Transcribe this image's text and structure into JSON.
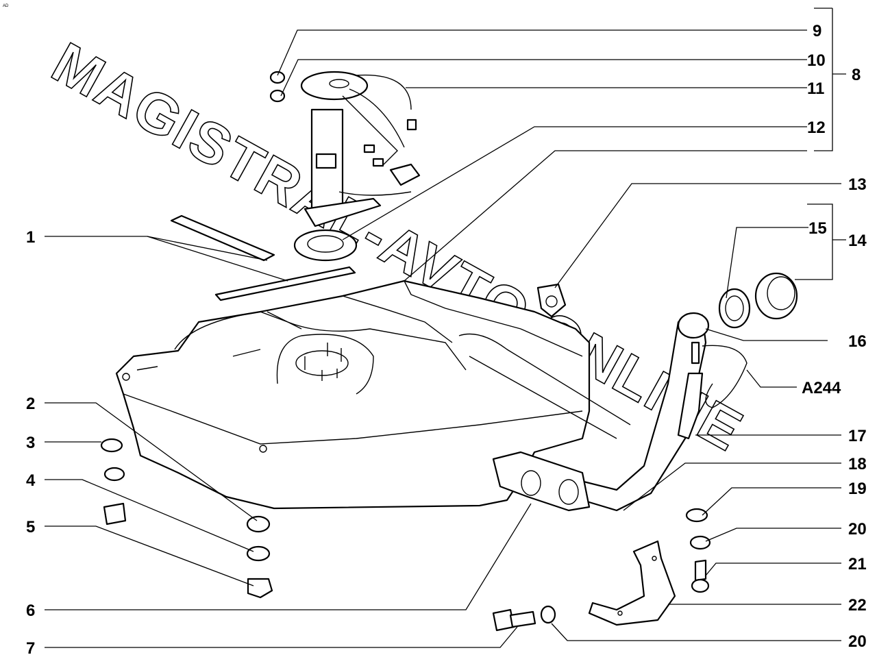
{
  "corner_mark": "AD",
  "watermark": "MAGISTRAL-AVTO.ONLINE",
  "callouts": [
    {
      "id": "c9",
      "text": "9"
    },
    {
      "id": "c10",
      "text": "10"
    },
    {
      "id": "c11",
      "text": "11"
    },
    {
      "id": "c8",
      "text": "8"
    },
    {
      "id": "c12",
      "text": "12"
    },
    {
      "id": "c13",
      "text": "13"
    },
    {
      "id": "c1",
      "text": "1"
    },
    {
      "id": "c15",
      "text": "15"
    },
    {
      "id": "c14",
      "text": "14"
    },
    {
      "id": "c16",
      "text": "16"
    },
    {
      "id": "cA244",
      "text": "A244"
    },
    {
      "id": "c2",
      "text": "2"
    },
    {
      "id": "c3",
      "text": "3"
    },
    {
      "id": "c4",
      "text": "4"
    },
    {
      "id": "c5",
      "text": "5"
    },
    {
      "id": "c17",
      "text": "17"
    },
    {
      "id": "c18",
      "text": "18"
    },
    {
      "id": "c19",
      "text": "19"
    },
    {
      "id": "c20a",
      "text": "20"
    },
    {
      "id": "c21",
      "text": "21"
    },
    {
      "id": "c6",
      "text": "6"
    },
    {
      "id": "c22",
      "text": "22"
    },
    {
      "id": "c7",
      "text": "7"
    },
    {
      "id": "c20b",
      "text": "20"
    }
  ]
}
